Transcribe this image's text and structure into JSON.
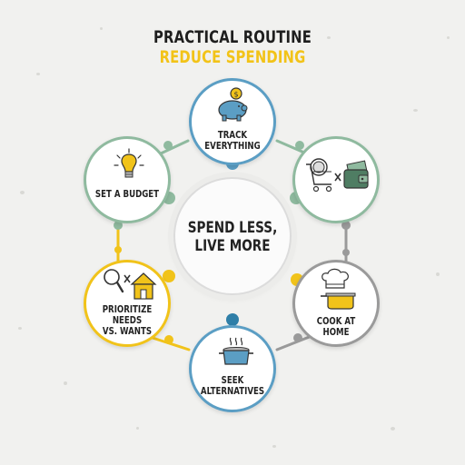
{
  "title": {
    "line1": "PRACTICAL ROUTINE",
    "line2": "REDUCE SPENDING"
  },
  "center": {
    "line1": "SPEND LESS,",
    "line2": "LIVE MORE"
  },
  "nodes": [
    {
      "label": "TRACK EVERYTHING",
      "icon": "piggy-bank-icon",
      "color": "#5b9ec4"
    },
    {
      "label": "SET A BUDGET",
      "icon": "light-bulb-icon",
      "color": "#8fba9f"
    },
    {
      "label": "",
      "icon": "cart-wallet-icon",
      "color": "#8fba9f"
    },
    {
      "line1": "PRIORITIZE",
      "line2": "NEEDS",
      "line3": "VS. WANTS",
      "icon": "magnifier-house-icon",
      "color": "#f1c31a"
    },
    {
      "label": "COOK AT HOME",
      "icon": "chef-pot-icon",
      "color": "#9a9a9a"
    },
    {
      "label": "SEEK ALTERNATIVES",
      "icon": "pot-icon",
      "color": "#5b9ec4"
    }
  ],
  "colors": {
    "blue": "#5b9ec4",
    "green": "#8fba9f",
    "yellow": "#f1c31a",
    "gray": "#9a9a9a",
    "dark": "#1e1e1e"
  }
}
